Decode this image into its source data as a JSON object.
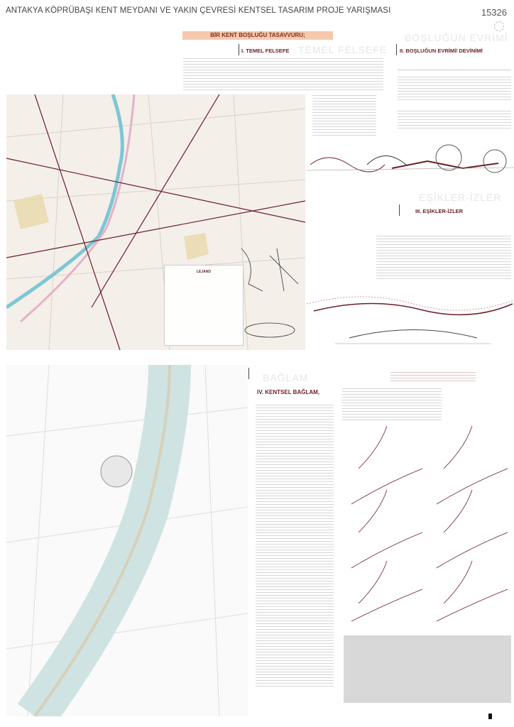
{
  "header": {
    "title": "ANTAKYA KÖPRÜBAŞI KENT MEYDANI VE YAKIN ÇEVRESİ KENTSEL TASARIM PROJE YARIŞMASI",
    "entry_code": "15326",
    "banner": "BİR KENT BOŞLUĞU TASAVVURU;"
  },
  "sections": {
    "s1": {
      "title": "I. TEMEL FELSEFE",
      "ghost": "TEMEL FELSEFE"
    },
    "s2": {
      "title": "II.  BOŞLUĞUN EVRİMİ/ DEVİNİMİ",
      "ghost": "BOŞLUĞUN EVRİMİ"
    },
    "s3": {
      "title": "III. EŞİKLER-İZLER",
      "ghost": "EŞİKLER-İZLER"
    },
    "s4": {
      "title": "IV. KENTSEL BAĞLAM,",
      "ghost": "BAĞLAM"
    }
  },
  "legend": {
    "title": "LEJAND"
  },
  "colors": {
    "accent": "#6b1e2a",
    "banner": "#f6c9ae",
    "river": "#7fc6d4"
  }
}
